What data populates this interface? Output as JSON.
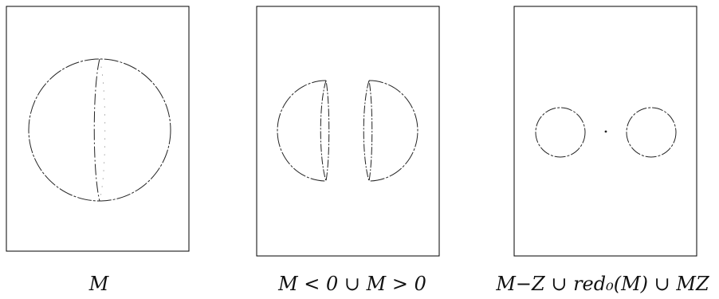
{
  "captions": {
    "panel_1": "M",
    "panel_2": "M < 0  ∪  M > 0",
    "panel_3": "M−Z  ∪  red₀(M) ∪ MZ"
  }
}
